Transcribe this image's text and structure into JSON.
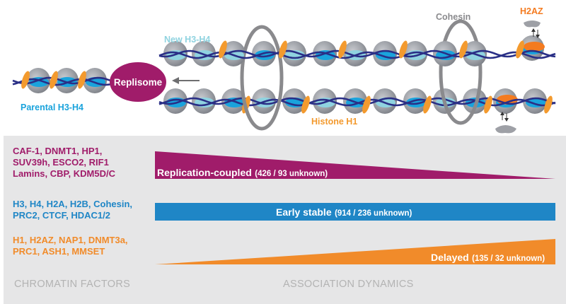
{
  "diagram": {
    "parental_label": "Parental H3-H4",
    "new_label": "New H3-H4",
    "replisome_label": "Replisome",
    "cohesin_label": "Cohesin",
    "h2az_label": "H2AZ",
    "histone_h1_label": "Histone H1"
  },
  "factors": [
    {
      "group": "replication-coupled",
      "color": "#a01c6a",
      "lines": [
        "CAF-1, DNMT1, HP1,",
        "SUV39h, ESCO2, RIF1",
        "Lamins, CBP, KDM5D/C"
      ]
    },
    {
      "group": "early-stable",
      "color": "#1f86c6",
      "lines": [
        "H3, H4, H2A, H2B, Cohesin,",
        "PRC2, CTCF, HDAC1/2"
      ]
    },
    {
      "group": "delayed",
      "color": "#f18b2a",
      "lines": [
        "H1, H2AZ, NAP1, DNMT3a,",
        "PRC1, ASH1, MMSET"
      ]
    }
  ],
  "dynamics": [
    {
      "label": "Replication-coupled",
      "note": "(426 / 93 unknown)",
      "color": "#a01c6a"
    },
    {
      "label": "Early stable",
      "note": "(914 / 236 unknown)",
      "color": "#1f86c6"
    },
    {
      "label": "Delayed",
      "note": "(135 / 32 unknown)",
      "color": "#f18b2a"
    }
  ],
  "footer": {
    "left": "CHROMATIN FACTORS",
    "right": "ASSOCIATION DYNAMICS"
  },
  "colors": {
    "nucleosome": "#9ea0a6",
    "nucleosome_dark": "#6f7278",
    "parental_core": "#1aa3dc",
    "new_core": "#8fd3e0",
    "dna": "#2a2f86",
    "histone_h1": "#f39a2e",
    "h2az": "#f47b20",
    "replisome": "#a01c6a",
    "cohesin": "#8a8a8d",
    "panel": "#e6e6e7"
  }
}
